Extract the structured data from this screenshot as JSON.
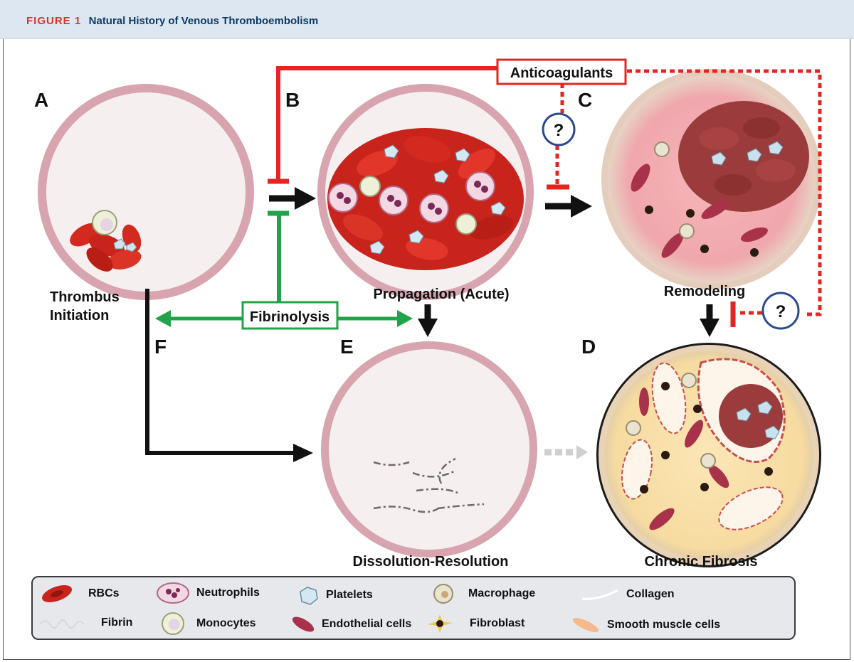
{
  "header": {
    "figure_label": "FIGURE 1",
    "title": "Natural History of Venous Thromboembolism"
  },
  "panels": {
    "a": {
      "letter": "A",
      "caption_line1": "Thrombus",
      "caption_line2": "Initiation"
    },
    "b": {
      "letter": "B",
      "caption": "Propagation (Acute)"
    },
    "c": {
      "letter": "C",
      "caption": "Remodeling"
    },
    "d": {
      "letter": "D",
      "caption": "Chronic Fibrosis"
    },
    "e": {
      "letter": "E",
      "caption": "Dissolution-Resolution"
    },
    "f": {
      "letter": "F"
    }
  },
  "interventions": {
    "anticoagulants": "Anticoagulants",
    "fibrinolysis": "Fibrinolysis",
    "uncertain_1": "?",
    "uncertain_2": "?"
  },
  "legend": {
    "rbcs": "RBCs",
    "fibrin": "Fibrin",
    "neutrophils": "Neutrophils",
    "monocytes": "Monocytes",
    "platelets": "Platelets",
    "endothelial": "Endothelial cells",
    "macrophage": "Macrophage",
    "fibroblast": "Fibroblast",
    "collagen": "Collagen",
    "smooth_muscle": "Smooth muscle cells"
  },
  "colors": {
    "anticoagulant_red": "#e3261f",
    "fibrinolysis_green": "#22a34a",
    "flow_black": "#111111",
    "question_blue": "#2b4a8f",
    "figure_label_red": "#d9342b",
    "title_navy": "#0e3a63"
  }
}
